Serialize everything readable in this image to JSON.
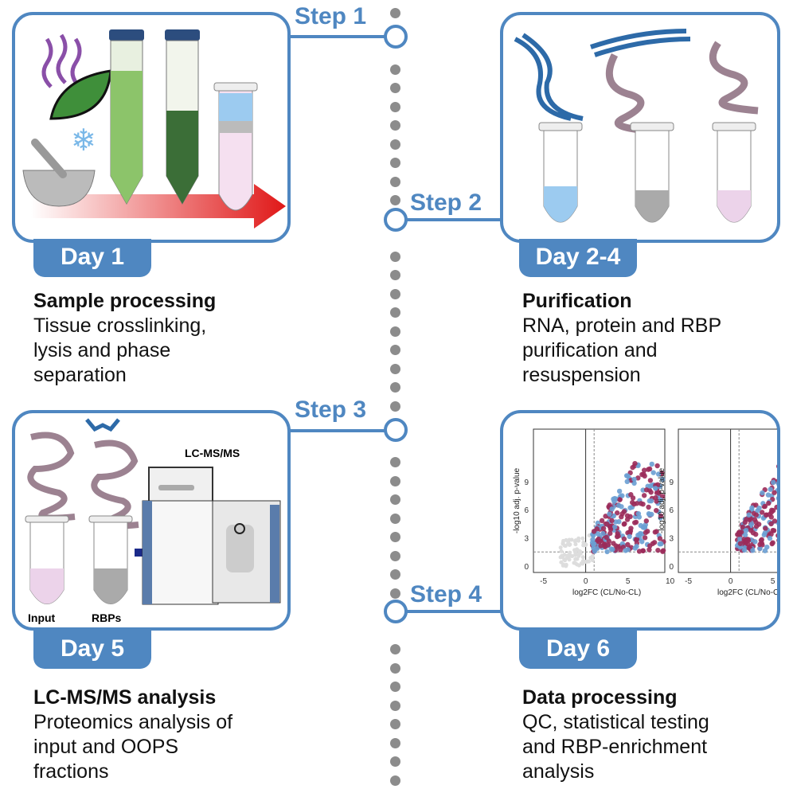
{
  "steps": [
    {
      "label": "Step 1",
      "day": "Day 1",
      "title": "Sample processing",
      "lines": [
        "Tissue crosslinking,",
        "lysis and phase",
        "separation"
      ]
    },
    {
      "label": "Step 2",
      "day": "Day 2-4",
      "title": "Purification",
      "lines": [
        "RNA, protein and RBP",
        "purification and",
        "resuspension"
      ]
    },
    {
      "label": "Step 3",
      "day": "Day 5",
      "title": "LC-MS/MS analysis",
      "lines": [
        "Proteomics analysis of",
        "input and OOPS",
        "fractions"
      ]
    },
    {
      "label": "Step 4",
      "day": "Day 6",
      "title": "Data processing",
      "lines": [
        "QC, statistical testing",
        "and RBP-enrichment",
        "analysis"
      ]
    }
  ],
  "panel3": {
    "instrument": "LC-MS/MS",
    "tube1": "Input",
    "tube2": "RBPs"
  },
  "plots": {
    "ylabel": "-log10 adj. p-value",
    "xlabel": "log2FC (CL/No-CL)",
    "xticks": [
      "-5",
      "0",
      "5",
      "10"
    ],
    "yticks": [
      "0",
      "3",
      "6",
      "9"
    ]
  },
  "colors": {
    "accent": "#4f87c1",
    "maroon": "#9b2b5a",
    "blue": "#6a9fd3"
  }
}
